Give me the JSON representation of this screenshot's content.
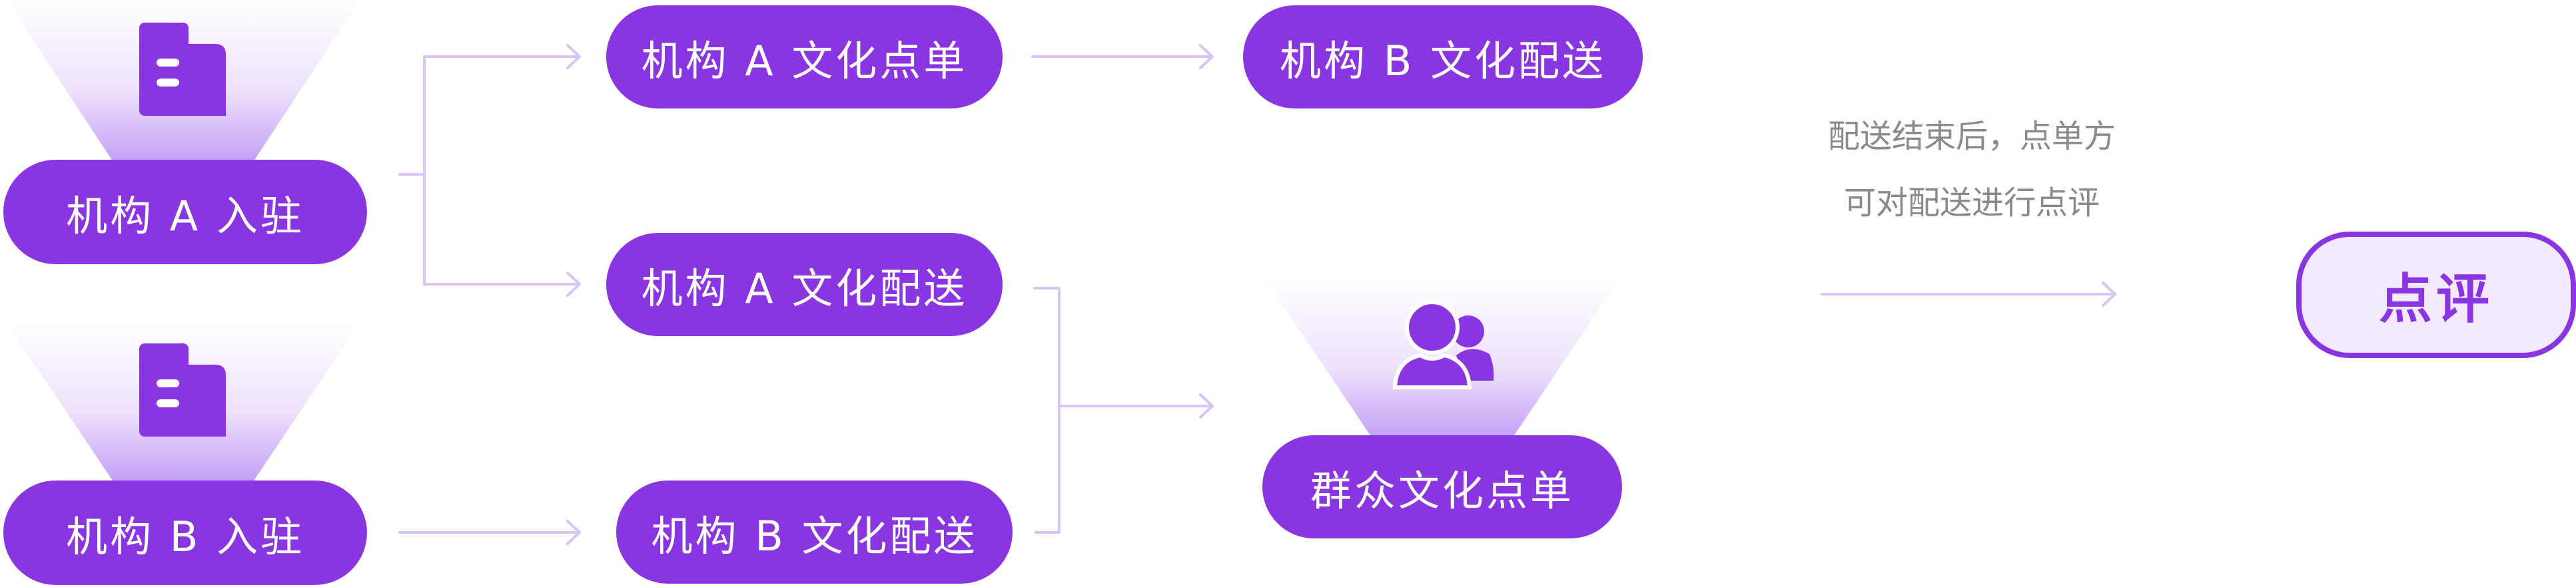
{
  "colors": {
    "accent": "#8a35e2",
    "connector": "#d9c4f5",
    "note_text": "#8a8a8a",
    "review_fill": "#f4eafd"
  },
  "nodes": {
    "org_a_join": "机构 A 入驻",
    "org_b_join": "机构 B 入驻",
    "org_a_order": "机构 A 文化点单",
    "org_a_deliver": "机构 A 文化配送",
    "org_b_deliver_mid": "机构 B 文化配送",
    "org_b_deliver_top": "机构 B 文化配送",
    "public_order": "群众文化点单",
    "review": "点评"
  },
  "note": {
    "line1": "配送结束后，点单方",
    "line2": "可对配送进行点评"
  },
  "icons": {
    "org_a": "building-icon",
    "org_b": "building-icon",
    "public": "users-icon"
  }
}
